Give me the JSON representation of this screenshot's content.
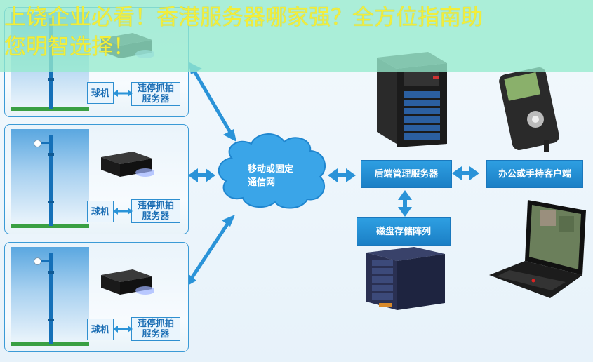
{
  "overlay": {
    "title_line1": "上饶企业必看！香港服务器哪家强？全方位指南助",
    "title_line2": "您明智选择！"
  },
  "sites": [
    {
      "dome_label": "球机",
      "server_label_1": "违停抓拍",
      "server_label_2": "服务器"
    },
    {
      "dome_label": "球机",
      "server_label_1": "违停抓拍",
      "server_label_2": "服务器"
    },
    {
      "dome_label": "球机",
      "server_label_1": "违停抓拍",
      "server_label_2": "服务器"
    }
  ],
  "network": {
    "label_1": "移动或固定",
    "label_2": "通信网"
  },
  "backend": {
    "label": "后端管理服务器"
  },
  "client": {
    "label": "办公或手持客户端"
  },
  "storage": {
    "label": "磁盘存储阵列"
  },
  "colors": {
    "accent": "#2a93d8",
    "box_fill": "#1e88cf",
    "overlay_text": "#f2ee3a",
    "overlay_bg": "#96ebcd"
  }
}
